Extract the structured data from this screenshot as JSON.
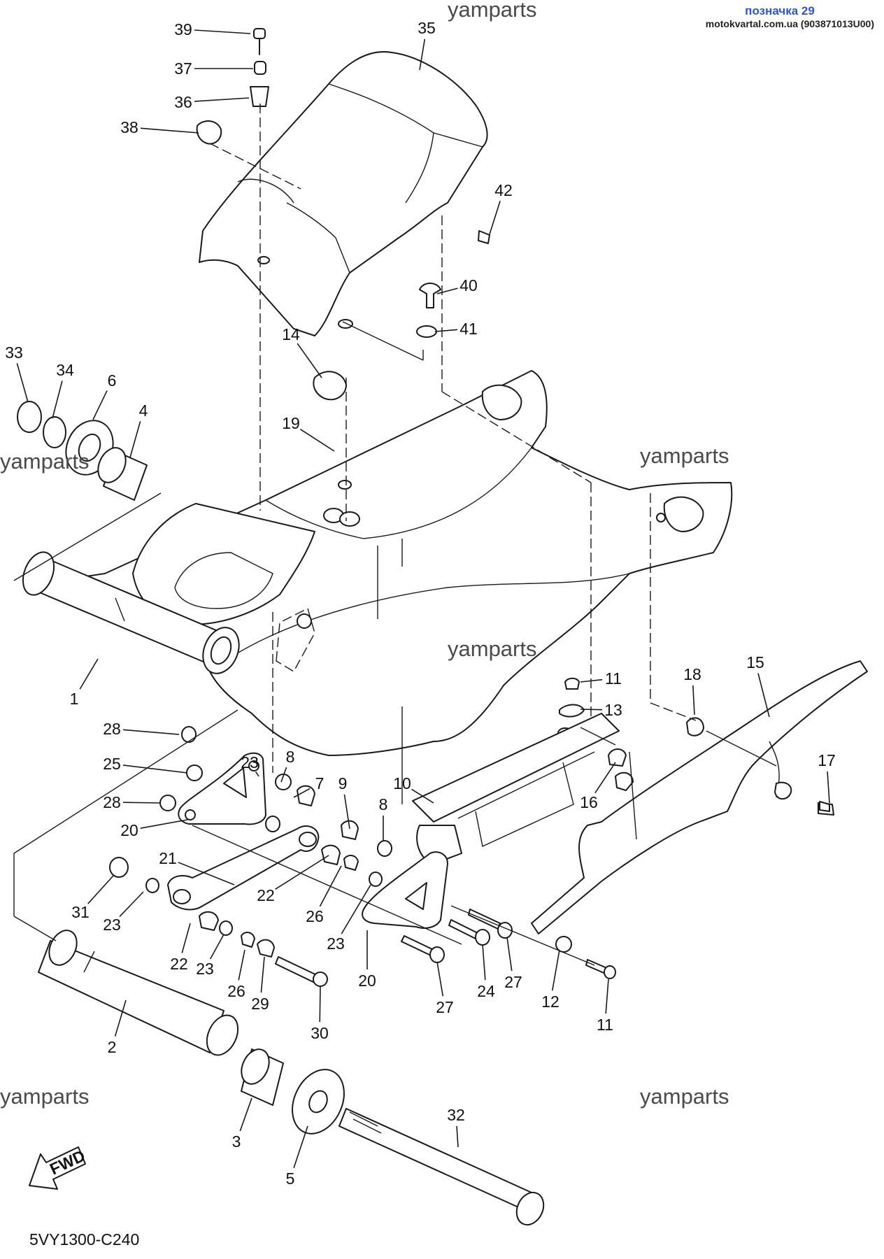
{
  "header": {
    "tag": "позначка 29",
    "source": "motokvartal.com.ua (903871013U00)"
  },
  "watermarks": [
    "yamparts",
    "yamparts",
    "yamparts",
    "yamparts",
    "yamparts",
    "yamparts"
  ],
  "diagram_code": "5VY1300-C240",
  "fwd_label": "FWD",
  "callouts": [
    "39",
    "37",
    "36",
    "38",
    "35",
    "42",
    "40",
    "41",
    "14",
    "19",
    "33",
    "34",
    "6",
    "4",
    "1",
    "11",
    "13",
    "18",
    "15",
    "17",
    "28",
    "25",
    "28",
    "20",
    "23",
    "8",
    "7",
    "9",
    "10",
    "8",
    "16",
    "21",
    "31",
    "23",
    "22",
    "26",
    "23",
    "20",
    "22",
    "23",
    "26",
    "29",
    "30",
    "27",
    "24",
    "27",
    "12",
    "11",
    "2",
    "3",
    "5",
    "32"
  ]
}
